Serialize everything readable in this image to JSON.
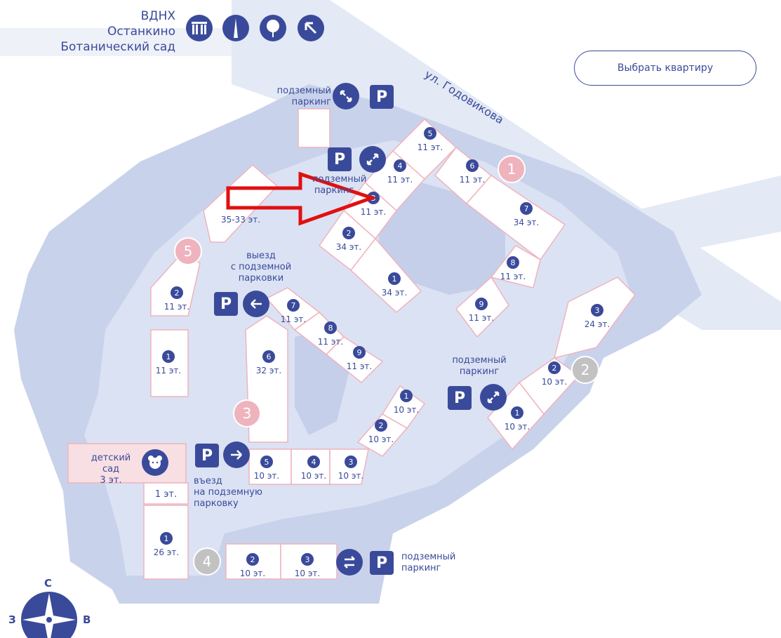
{
  "poi": {
    "lines": [
      "ВДНХ",
      "Останкино",
      "Ботанический сад"
    ],
    "icons": [
      "gate-icon",
      "tv-tower-icon",
      "tree-icon",
      "arrow-up-left-icon"
    ]
  },
  "choose_button": "Выбрать квартиру",
  "street": "ул. Годовикова",
  "parking": {
    "top_label": [
      "подземный",
      "паркинг"
    ],
    "top_label2": [
      "подземный",
      "паркинг"
    ],
    "exit_label": [
      "выезд",
      "с подземной",
      "парковки"
    ],
    "mid_label": [
      "подземный",
      "паркинг"
    ],
    "entry_label": [
      "въезд",
      "на подземную",
      "парковку"
    ],
    "bottom_label": [
      "подземный",
      "паркинг"
    ],
    "p": "P"
  },
  "kindergarten": {
    "name": [
      "детский",
      "сад"
    ],
    "floors": "3 эт.",
    "below": "1 эт."
  },
  "zones": [
    "1",
    "2",
    "3",
    "4",
    "5"
  ],
  "buildings": [
    {
      "num": "5",
      "floors": "11 эт."
    },
    {
      "num": "4",
      "floors": "11 эт."
    },
    {
      "num": "6",
      "floors": "11 эт."
    },
    {
      "num": "3",
      "floors": "11 эт."
    },
    {
      "num": "7",
      "floors": "34 эт."
    },
    {
      "num": "2",
      "floors": "34 эт."
    },
    {
      "num": "8",
      "floors": "11 эт."
    },
    {
      "num": "1",
      "floors": "34 эт."
    },
    {
      "num": "9",
      "floors": "11 эт."
    },
    {
      "num": "",
      "floors": "35-33 эт."
    },
    {
      "num": "2",
      "floors": "11 эт."
    },
    {
      "num": "1",
      "floors": "11 эт."
    },
    {
      "num": "7",
      "floors": "11 эт."
    },
    {
      "num": "8",
      "floors": "11 эт."
    },
    {
      "num": "9",
      "floors": "11 эт."
    },
    {
      "num": "6",
      "floors": "32 эт."
    },
    {
      "num": "1",
      "floors": "10 эт."
    },
    {
      "num": "2",
      "floors": "10 эт."
    },
    {
      "num": "5",
      "floors": "10 эт."
    },
    {
      "num": "4",
      "floors": "10 эт."
    },
    {
      "num": "3",
      "floors": "10 эт."
    },
    {
      "num": "3",
      "floors": "24 эт."
    },
    {
      "num": "2",
      "floors": "10 эт."
    },
    {
      "num": "1",
      "floors": "10 эт."
    },
    {
      "num": "1",
      "floors": "26 эт."
    },
    {
      "num": "2",
      "floors": "10 эт."
    },
    {
      "num": "3",
      "floors": "10 эт."
    }
  ],
  "compass": {
    "n": "С",
    "w": "З",
    "e": "В"
  },
  "colors": {
    "accent": "#3a4a9a",
    "block": "#c5cfea",
    "road": "#dfe6f4",
    "pink": "#efb3bd",
    "arrow": "#e01010"
  }
}
